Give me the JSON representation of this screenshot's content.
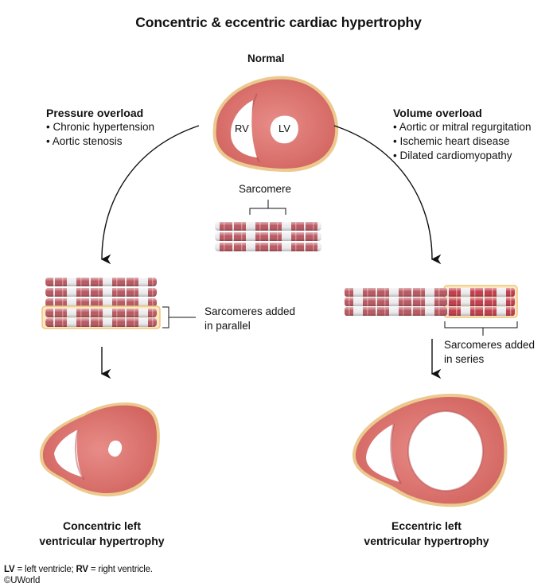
{
  "title": "Concentric & eccentric cardiac hypertrophy",
  "normal": {
    "label": "Normal",
    "rv_label": "RV",
    "lv_label": "LV"
  },
  "pressure_overload": {
    "heading": "Pressure overload",
    "causes": [
      "• Chronic hypertension",
      "• Aortic stenosis"
    ]
  },
  "volume_overload": {
    "heading": "Volume overload",
    "causes": [
      "• Aortic or mitral regurgitation",
      "• Ischemic heart disease",
      "• Dilated cardiomyopathy"
    ]
  },
  "sarcomere": {
    "label": "Sarcomere",
    "parallel_label": [
      "Sarcomeres added",
      "in parallel"
    ],
    "series_label": [
      "Sarcomeres added",
      "in series"
    ]
  },
  "outcomes": {
    "concentric": [
      "Concentric left",
      "ventricular hypertrophy"
    ],
    "eccentric": [
      "Eccentric left",
      "ventricular hypertrophy"
    ]
  },
  "footnote": {
    "lv_abbr": "LV",
    "lv_def": " = left ventricle; ",
    "rv_abbr": "RV",
    "rv_def": " = right ventricle.",
    "copyright": "©UWorld"
  },
  "colors": {
    "muscle": "#d9716f",
    "muscle_dark": "#b4444a",
    "epicardium": "#ecc98f",
    "sarcomere_red": "#b9565f",
    "sarcomere_light": "#e9e9ec",
    "highlight": "#f3d08b"
  }
}
